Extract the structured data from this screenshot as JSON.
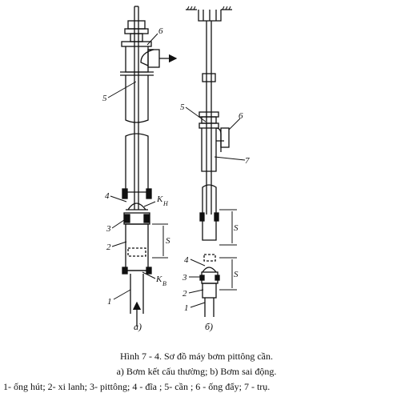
{
  "diagram": {
    "label_a": "a)",
    "label_b": "б)",
    "callouts_a": {
      "n6": "6",
      "n5": "5",
      "n4": "4",
      "kn": "K",
      "kn_sub": "H",
      "n3": "3",
      "n2": "2",
      "s": "S",
      "kb": "K",
      "kb_sub": "B",
      "n1": "1"
    },
    "callouts_b": {
      "n5": "5",
      "n6": "6",
      "n7": "7",
      "s_top": "S",
      "n4": "4",
      "n3": "3",
      "s_bottom": "S",
      "n2": "2",
      "n1": "1"
    }
  },
  "caption": {
    "title": "Hình 7 - 4. Sơ đồ máy bơm pittông cần.",
    "subtitle": "a) Bơm kết cấu thường; b) Bơm sai động.",
    "legend": "1- ống hút; 2- xi lanh; 3- pittông; 4 - đĩa ; 5- cần ; 6 - ống đẩy; 7 - trụ."
  }
}
